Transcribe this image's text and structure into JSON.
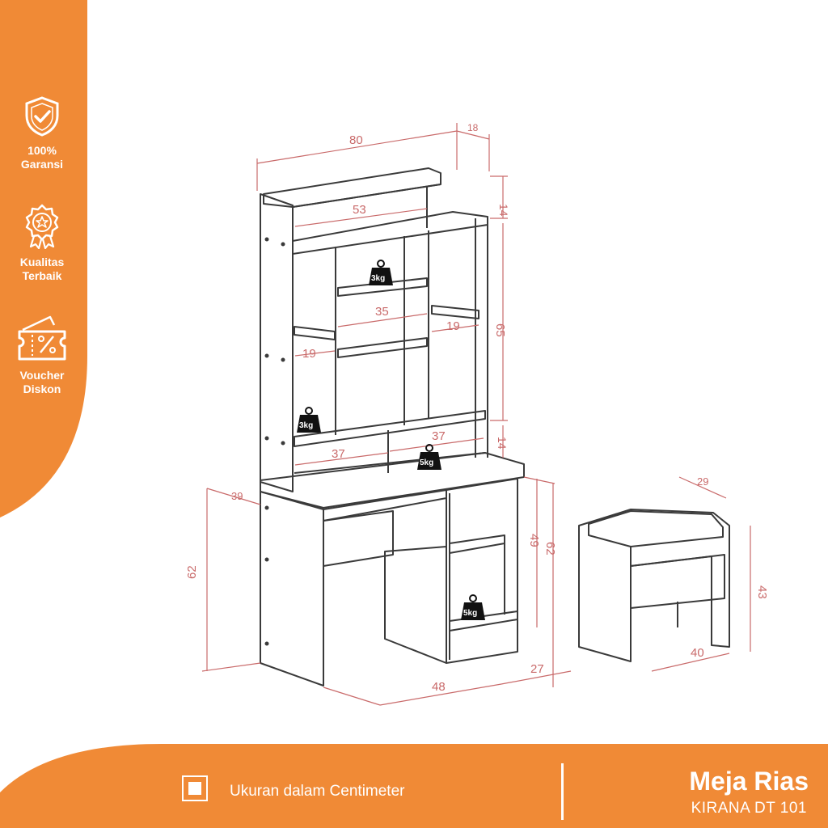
{
  "badges": [
    {
      "icon": "shield-check-icon",
      "label_line1": "100%",
      "label_line2": "Garansi"
    },
    {
      "icon": "quality-medal-icon",
      "label_line1": "Kualitas",
      "label_line2": "Terbaik"
    },
    {
      "icon": "voucher-ticket-icon",
      "label_line1": "Voucher",
      "label_line2": "Diskon"
    }
  ],
  "footer": {
    "note": "Ukuran dalam Centimeter",
    "product_name": "Meja Rias",
    "product_model": "KIRANA DT 101"
  },
  "dimensions": {
    "top_width": "80",
    "top_depth": "18",
    "top_cap_height": "14",
    "top_shelf_width": "53",
    "center_shelf_width": "35",
    "side_shelf_left": "19",
    "side_shelf_right": "19",
    "hutch_height": "65",
    "lower_gap_height": "14",
    "lower_left_width": "37",
    "lower_right_width": "37",
    "desk_depth": "39",
    "desk_height_left": "62",
    "desk_height_right": "62",
    "cabinet_height": "49",
    "desk_width": "48",
    "cabinet_depth": "27",
    "stool_depth": "29",
    "stool_height": "43",
    "stool_width": "40"
  },
  "weights": [
    "3kg",
    "3kg",
    "5kg",
    "5kg"
  ],
  "colors": {
    "accent": "#f08a36",
    "line": "#3a3a3a",
    "dimension": "#c96a6a"
  }
}
